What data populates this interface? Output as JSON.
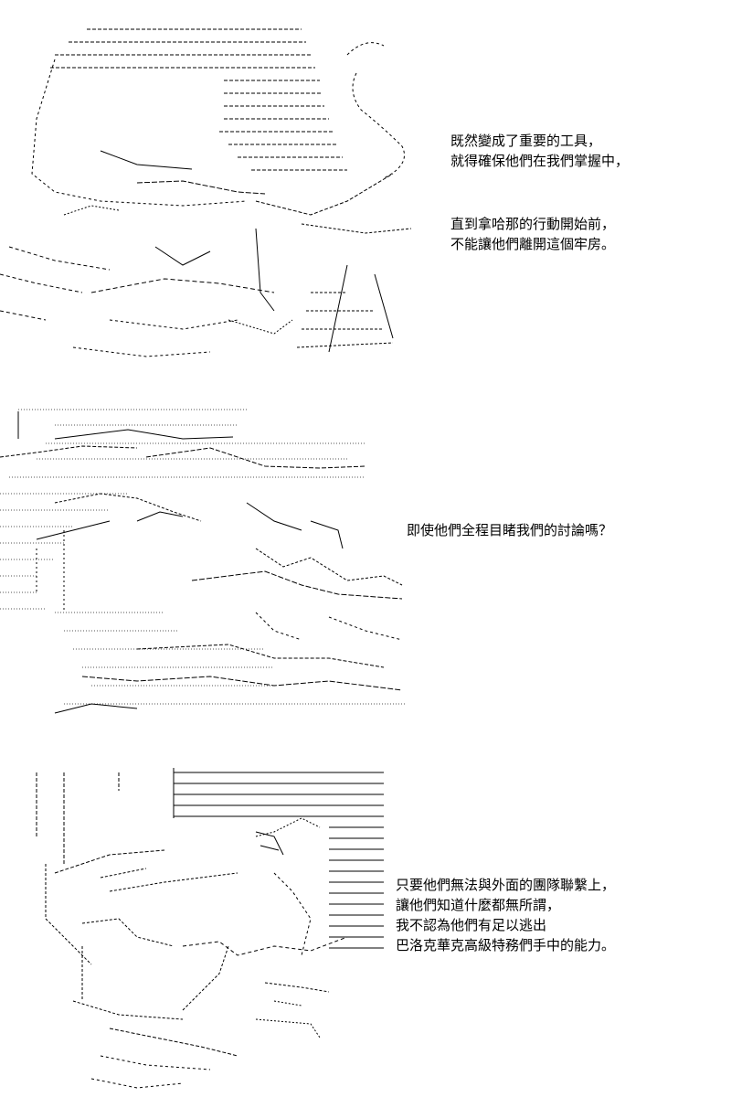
{
  "colors": {
    "background": "#ffffff",
    "ink": "#000000"
  },
  "panels": [
    {
      "art_icon": "ascii-art-figure-with-striped-hat",
      "lines": [
        "既然變成了重要的工具，",
        "就得確保他們在我們掌握中，"
      ],
      "lines2": [
        "直到拿哈那的行動開始前，",
        "不能讓他們離開這個牢房。"
      ]
    },
    {
      "art_icon": "ascii-art-figure-shaded-tentacles",
      "lines": [
        "即使他們全程目睹我們的討論嗎？"
      ]
    },
    {
      "art_icon": "ascii-art-figure-hat-profile",
      "lines": [
        "只要他們無法與外面的團隊聯繫上，",
        "讓他們知道什麼都無所謂，",
        "我不認為他們有足以逃出",
        "巴洛克華克高級特務們手中的能力。"
      ]
    }
  ]
}
